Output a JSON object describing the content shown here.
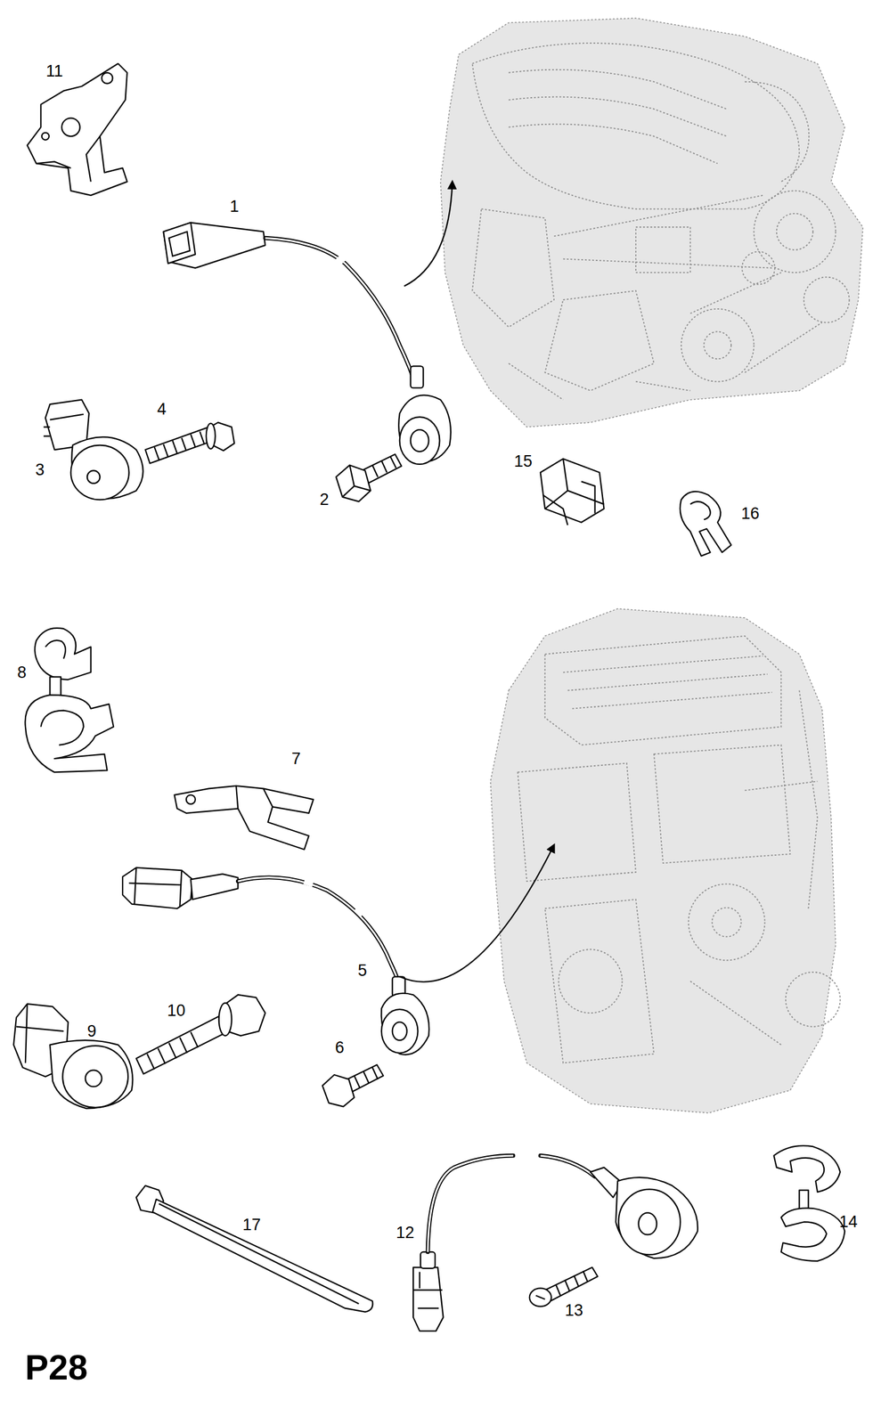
{
  "diagram": {
    "labels": [
      "11",
      "1",
      "4",
      "3",
      "2",
      "15",
      "16",
      "8",
      "7",
      "10",
      "9",
      "5",
      "6",
      "17",
      "12",
      "13",
      "14",
      "P28"
    ]
  }
}
